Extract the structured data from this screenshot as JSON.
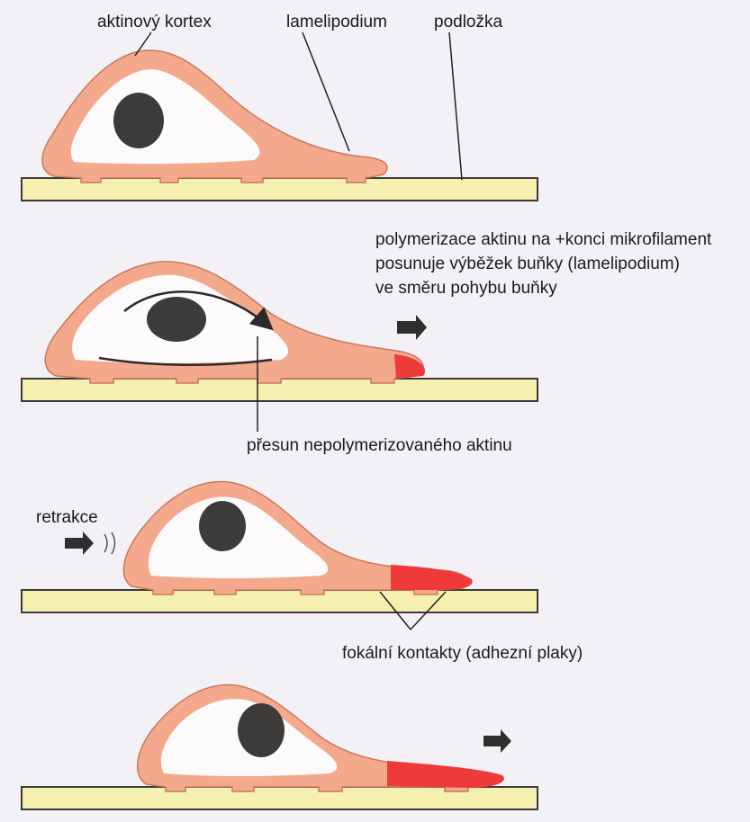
{
  "labels": {
    "aktinovy_kortex": "aktinový kortex",
    "lamelipodium": "lamelipodium",
    "podlozka": "podložka",
    "polymerizace_line1": "polymerizace aktinu na +konci mikrofilament",
    "polymerizace_line2": "posunuje výběžek buňky (lamelipodium)",
    "polymerizace_line3": "ve směru pohybu buňky",
    "presun": "přesun nepolymerizovaného aktinu",
    "retrakce": "retrakce",
    "fokalni": "fokální kontakty (adhezní plaky)"
  },
  "colors": {
    "cell_fill": "#f4a98c",
    "cell_inner": "#fdfafb",
    "nucleus": "#3d3a3a",
    "substrate": "#f6f0b0",
    "polymerization_red": "#ef3a3a",
    "arrow_dark": "#2f2f2f"
  }
}
